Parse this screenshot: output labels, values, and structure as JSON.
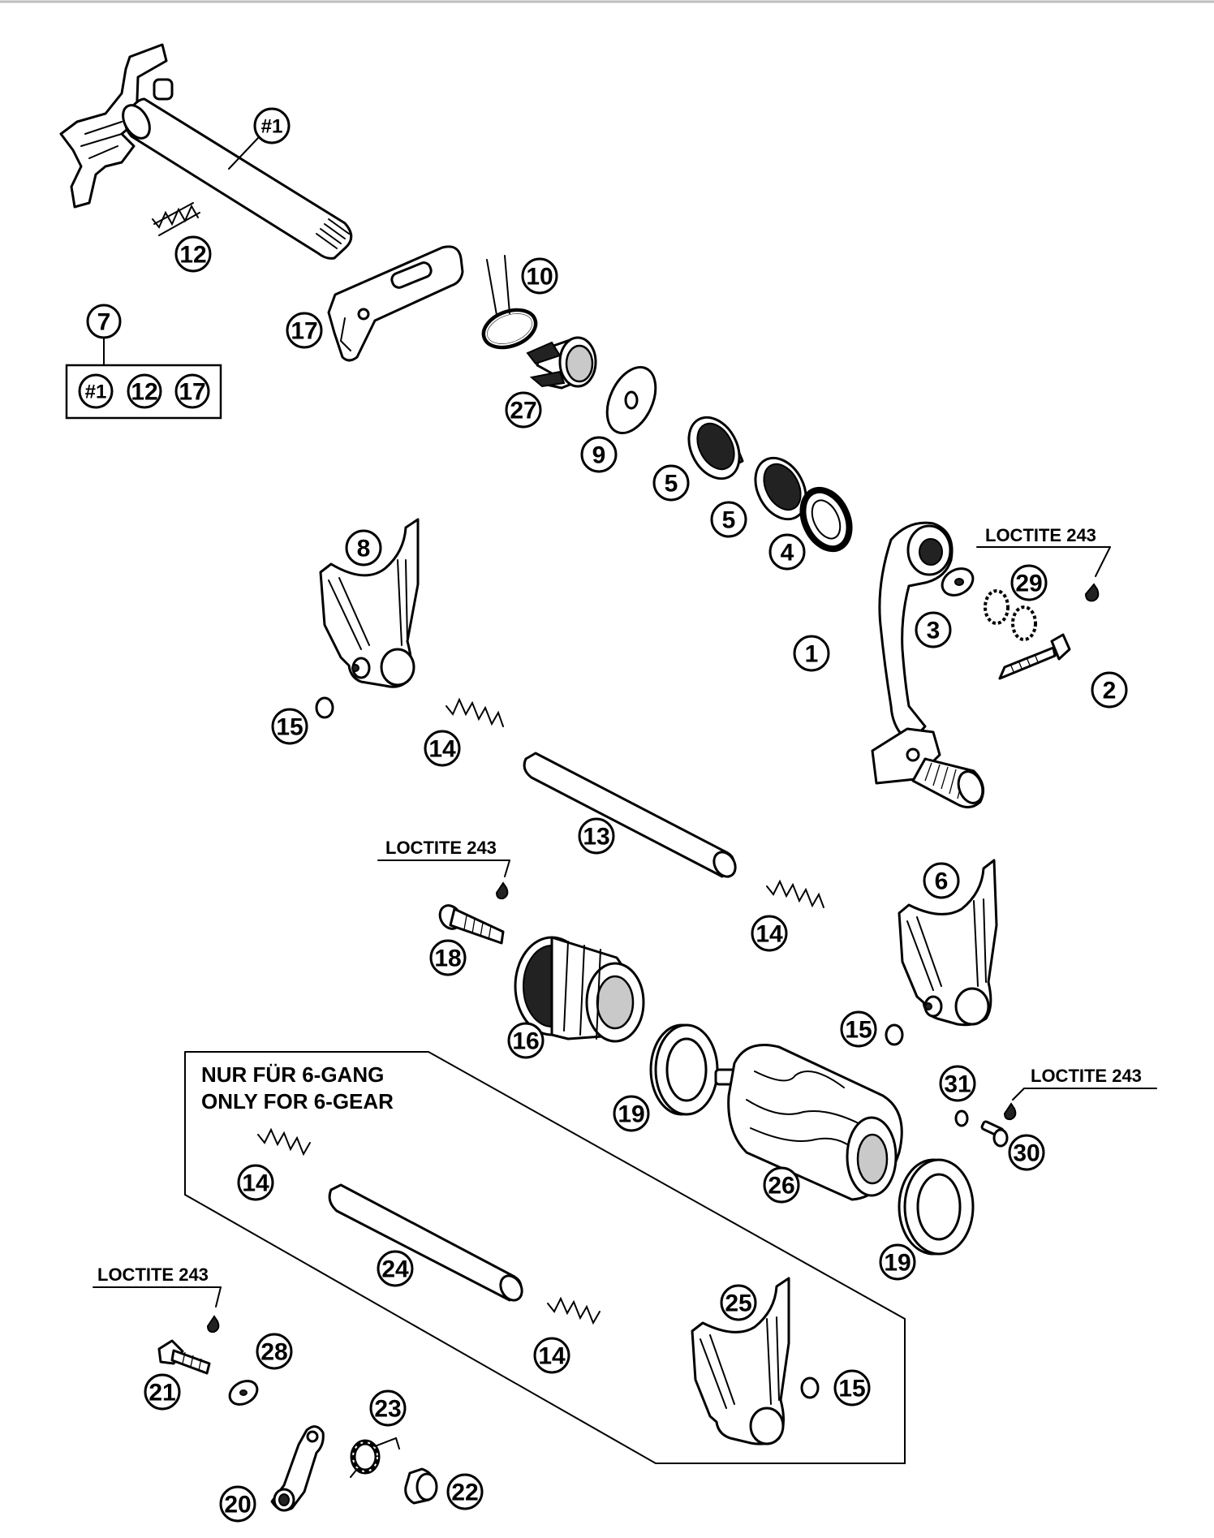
{
  "diagram": {
    "top_rule_color": "#bdbdbd",
    "notes": {
      "loctite_1": "LOCTITE 243",
      "loctite_2": "LOCTITE 243",
      "loctite_3": "LOCTITE 243",
      "loctite_4": "LOCTITE 243"
    },
    "six_gear_group": {
      "line1": "NUR FÜR 6-GANG",
      "line2": "ONLY FOR 6-GEAR"
    },
    "kit_box": {
      "label": "7",
      "contents": [
        "#1",
        "12",
        "17"
      ]
    },
    "callouts": [
      {
        "id": "c-shaft",
        "text": "#1"
      },
      {
        "id": "c-12",
        "text": "12"
      },
      {
        "id": "c-10",
        "text": "10"
      },
      {
        "id": "c-17",
        "text": "17"
      },
      {
        "id": "c-27",
        "text": "27"
      },
      {
        "id": "c-9",
        "text": "9"
      },
      {
        "id": "c-5a",
        "text": "5"
      },
      {
        "id": "c-5b",
        "text": "5"
      },
      {
        "id": "c-4",
        "text": "4"
      },
      {
        "id": "c-8",
        "text": "8"
      },
      {
        "id": "c-1",
        "text": "1"
      },
      {
        "id": "c-3",
        "text": "3"
      },
      {
        "id": "c-29",
        "text": "29"
      },
      {
        "id": "c-2",
        "text": "2"
      },
      {
        "id": "c-15a",
        "text": "15"
      },
      {
        "id": "c-14a",
        "text": "14"
      },
      {
        "id": "c-13",
        "text": "13"
      },
      {
        "id": "c-18",
        "text": "18"
      },
      {
        "id": "c-14b",
        "text": "14"
      },
      {
        "id": "c-6",
        "text": "6"
      },
      {
        "id": "c-16",
        "text": "16"
      },
      {
        "id": "c-15b",
        "text": "15"
      },
      {
        "id": "c-31",
        "text": "31"
      },
      {
        "id": "c-30",
        "text": "30"
      },
      {
        "id": "c-19a",
        "text": "19"
      },
      {
        "id": "c-26",
        "text": "26"
      },
      {
        "id": "c-19b",
        "text": "19"
      },
      {
        "id": "c-14c",
        "text": "14"
      },
      {
        "id": "c-24",
        "text": "24"
      },
      {
        "id": "c-14d",
        "text": "14"
      },
      {
        "id": "c-25",
        "text": "25"
      },
      {
        "id": "c-15c",
        "text": "15"
      },
      {
        "id": "c-21",
        "text": "21"
      },
      {
        "id": "c-28",
        "text": "28"
      },
      {
        "id": "c-23",
        "text": "23"
      },
      {
        "id": "c-20",
        "text": "20"
      },
      {
        "id": "c-22",
        "text": "22"
      }
    ]
  }
}
